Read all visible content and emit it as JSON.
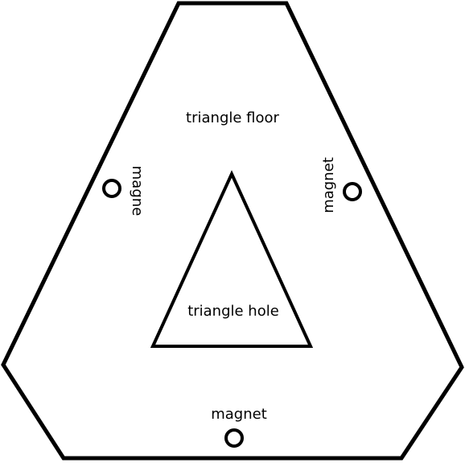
{
  "diagram": {
    "outer_label": "triangle floor",
    "hole_label": "triangle hole",
    "magnet_left_label": "magne",
    "magnet_right_label": "magnet",
    "magnet_bottom_label": "magnet",
    "stroke_color": "#000000",
    "fill_color": "#ffffff"
  }
}
